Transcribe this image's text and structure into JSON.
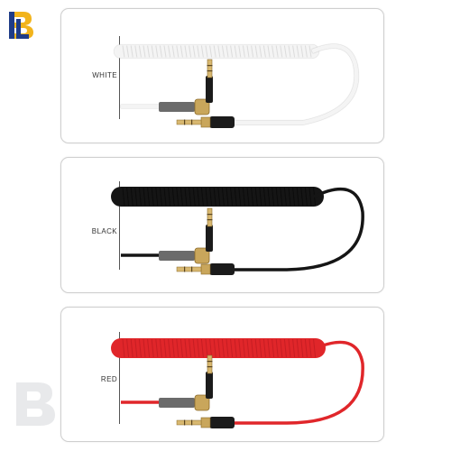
{
  "panels": [
    {
      "label": "WHITE",
      "cable_color": "#f4f4f4",
      "cable_edge": "#c8c8c8"
    },
    {
      "label": "BLACK",
      "cable_color": "#151515",
      "cable_edge": "#000000"
    },
    {
      "label": "RED",
      "cable_color": "#e0262a",
      "cable_edge": "#a8141a"
    }
  ],
  "colors": {
    "gold": "#c9a65b",
    "gold_dark": "#8a6a2a",
    "logo_blue": "#1f3c88",
    "logo_yellow": "#f2b41c"
  },
  "icons": [
    "brand-logo-icon",
    "brand-watermark-icon"
  ]
}
